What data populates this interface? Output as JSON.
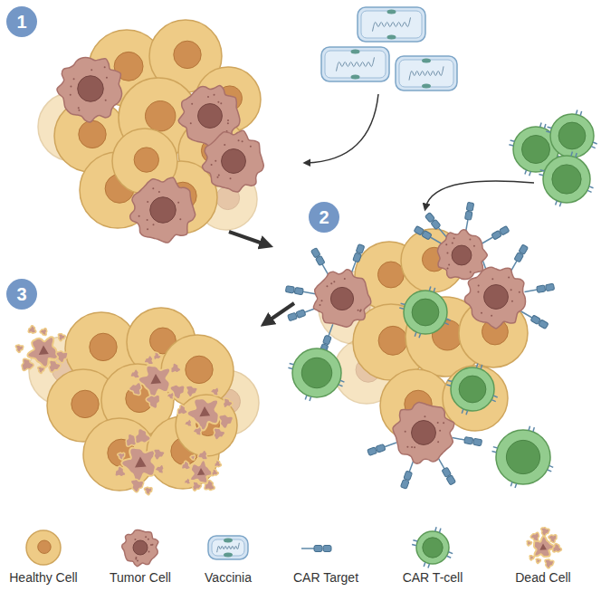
{
  "diagram": {
    "nodes": [
      {
        "text": [
          "1"
        ]
      },
      {
        "text": [
          "2"
        ]
      },
      {
        "text": [
          "3"
        ]
      }
    ],
    "legend": [
      {
        "text": "Healthy Cell"
      },
      {
        "text": "Tumor Cell"
      },
      {
        "text": "Vaccinia"
      },
      {
        "text": "CAR Target"
      },
      {
        "text": "CAR T-cell"
      },
      {
        "text": "Dead Cell"
      }
    ]
  }
}
